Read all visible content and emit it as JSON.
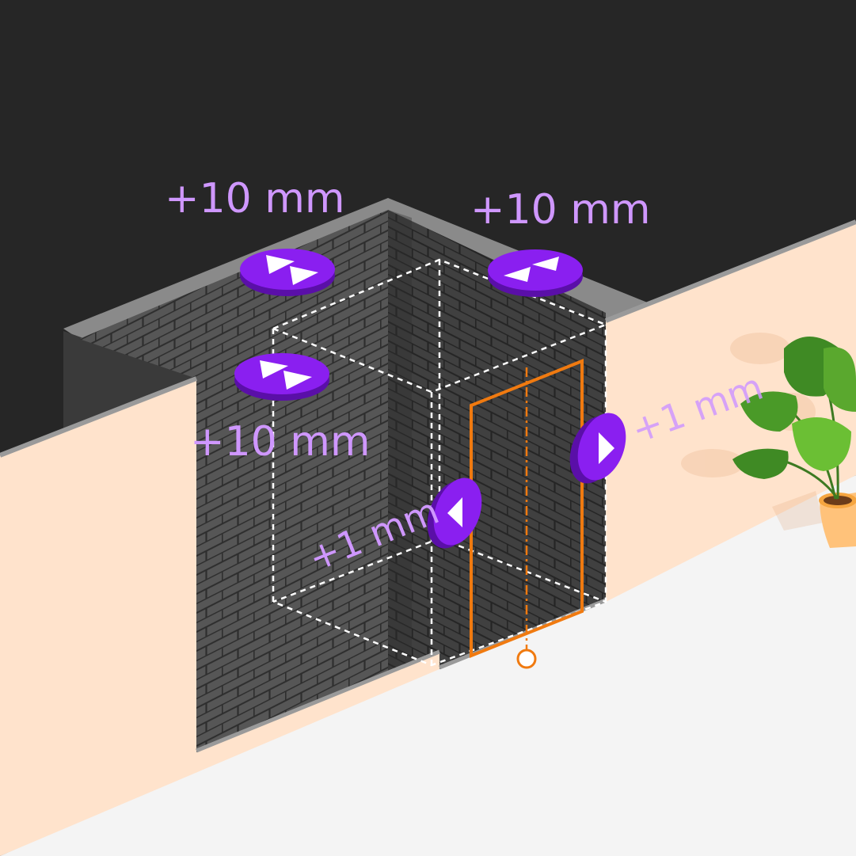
{
  "colors": {
    "background": "#262626",
    "wall_beige": "#ffe3cc",
    "floor": "#f4f4f4",
    "brick_face": "#545454",
    "brick_mortar": "#2f2f2f",
    "accent_purple": "#8a1ff0",
    "accent_purple_dark": "#5a0fa8",
    "label_purple": "#cf97ff",
    "orange_frame": "#f07a10"
  },
  "labels": {
    "top_left": "+10 mm",
    "top_right": "+10 mm",
    "middle_left": "+10 mm",
    "bottom_left": "+1 mm",
    "right": "+1 mm"
  },
  "controls": {
    "expand_width_icon": "double-arrow-right-icon",
    "expand_depth_icon": "double-arrow-left-icon",
    "expand_height_icon": "double-arrow-right-icon",
    "nudge_left_icon": "arrow-left-icon",
    "nudge_right_icon": "arrow-right-icon"
  }
}
